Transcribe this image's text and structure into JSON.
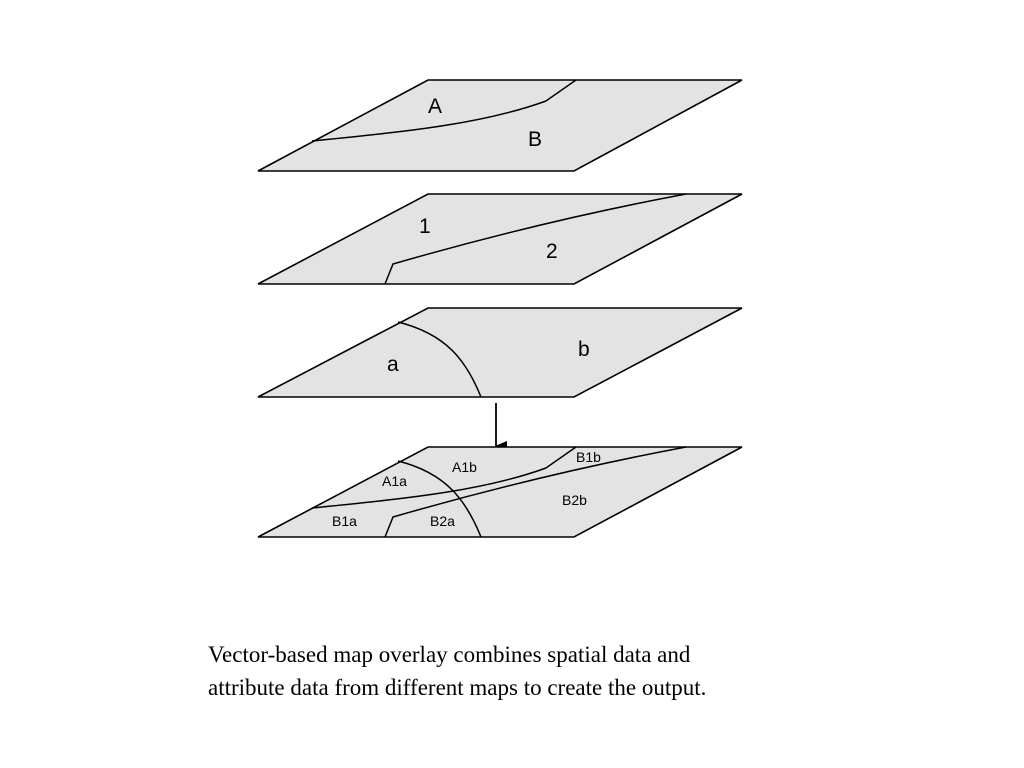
{
  "colors": {
    "layer_fill": "#e3e3e3",
    "line": "#000000",
    "background": "#ffffff"
  },
  "layers": {
    "layer_1": {
      "regions": [
        "A",
        "B"
      ]
    },
    "layer_2": {
      "regions": [
        "1",
        "2"
      ]
    },
    "layer_3": {
      "regions": [
        "a",
        "b"
      ]
    },
    "output": {
      "regions": [
        "A1b",
        "B1b",
        "A1a",
        "B2b",
        "B1a",
        "B2a"
      ]
    }
  },
  "arrow": {
    "icon": "arrow-down-icon"
  },
  "caption": {
    "line1": "Vector-based map overlay combines spatial data and",
    "line2": "attribute data from different maps to create the output."
  }
}
